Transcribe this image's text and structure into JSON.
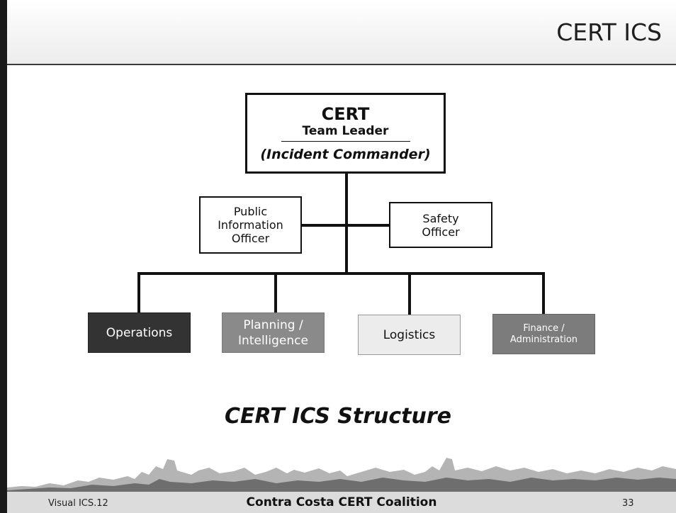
{
  "header": {
    "title": "CERT ICS"
  },
  "leader": {
    "line1": "CERT",
    "line2": "Team Leader",
    "line3": "(Incident Commander)"
  },
  "staff": {
    "pio": [
      "Public",
      "Information",
      "Officer"
    ],
    "safety": [
      "Safety",
      "Officer"
    ]
  },
  "sections": {
    "operations": [
      "Operations"
    ],
    "planning": [
      "Planning /",
      "Intelligence"
    ],
    "logistics": [
      "Logistics"
    ],
    "finance": [
      "Finance /",
      "Administration"
    ]
  },
  "subtitle": "CERT ICS Structure",
  "footer": {
    "left": "Visual ICS.12",
    "center": "Contra Costa CERT Coalition",
    "right": "33"
  },
  "colors": {
    "operations": "#333333",
    "planning": "#8a8a8a",
    "logistics": "#ececec",
    "finance": "#7c7c7c"
  }
}
